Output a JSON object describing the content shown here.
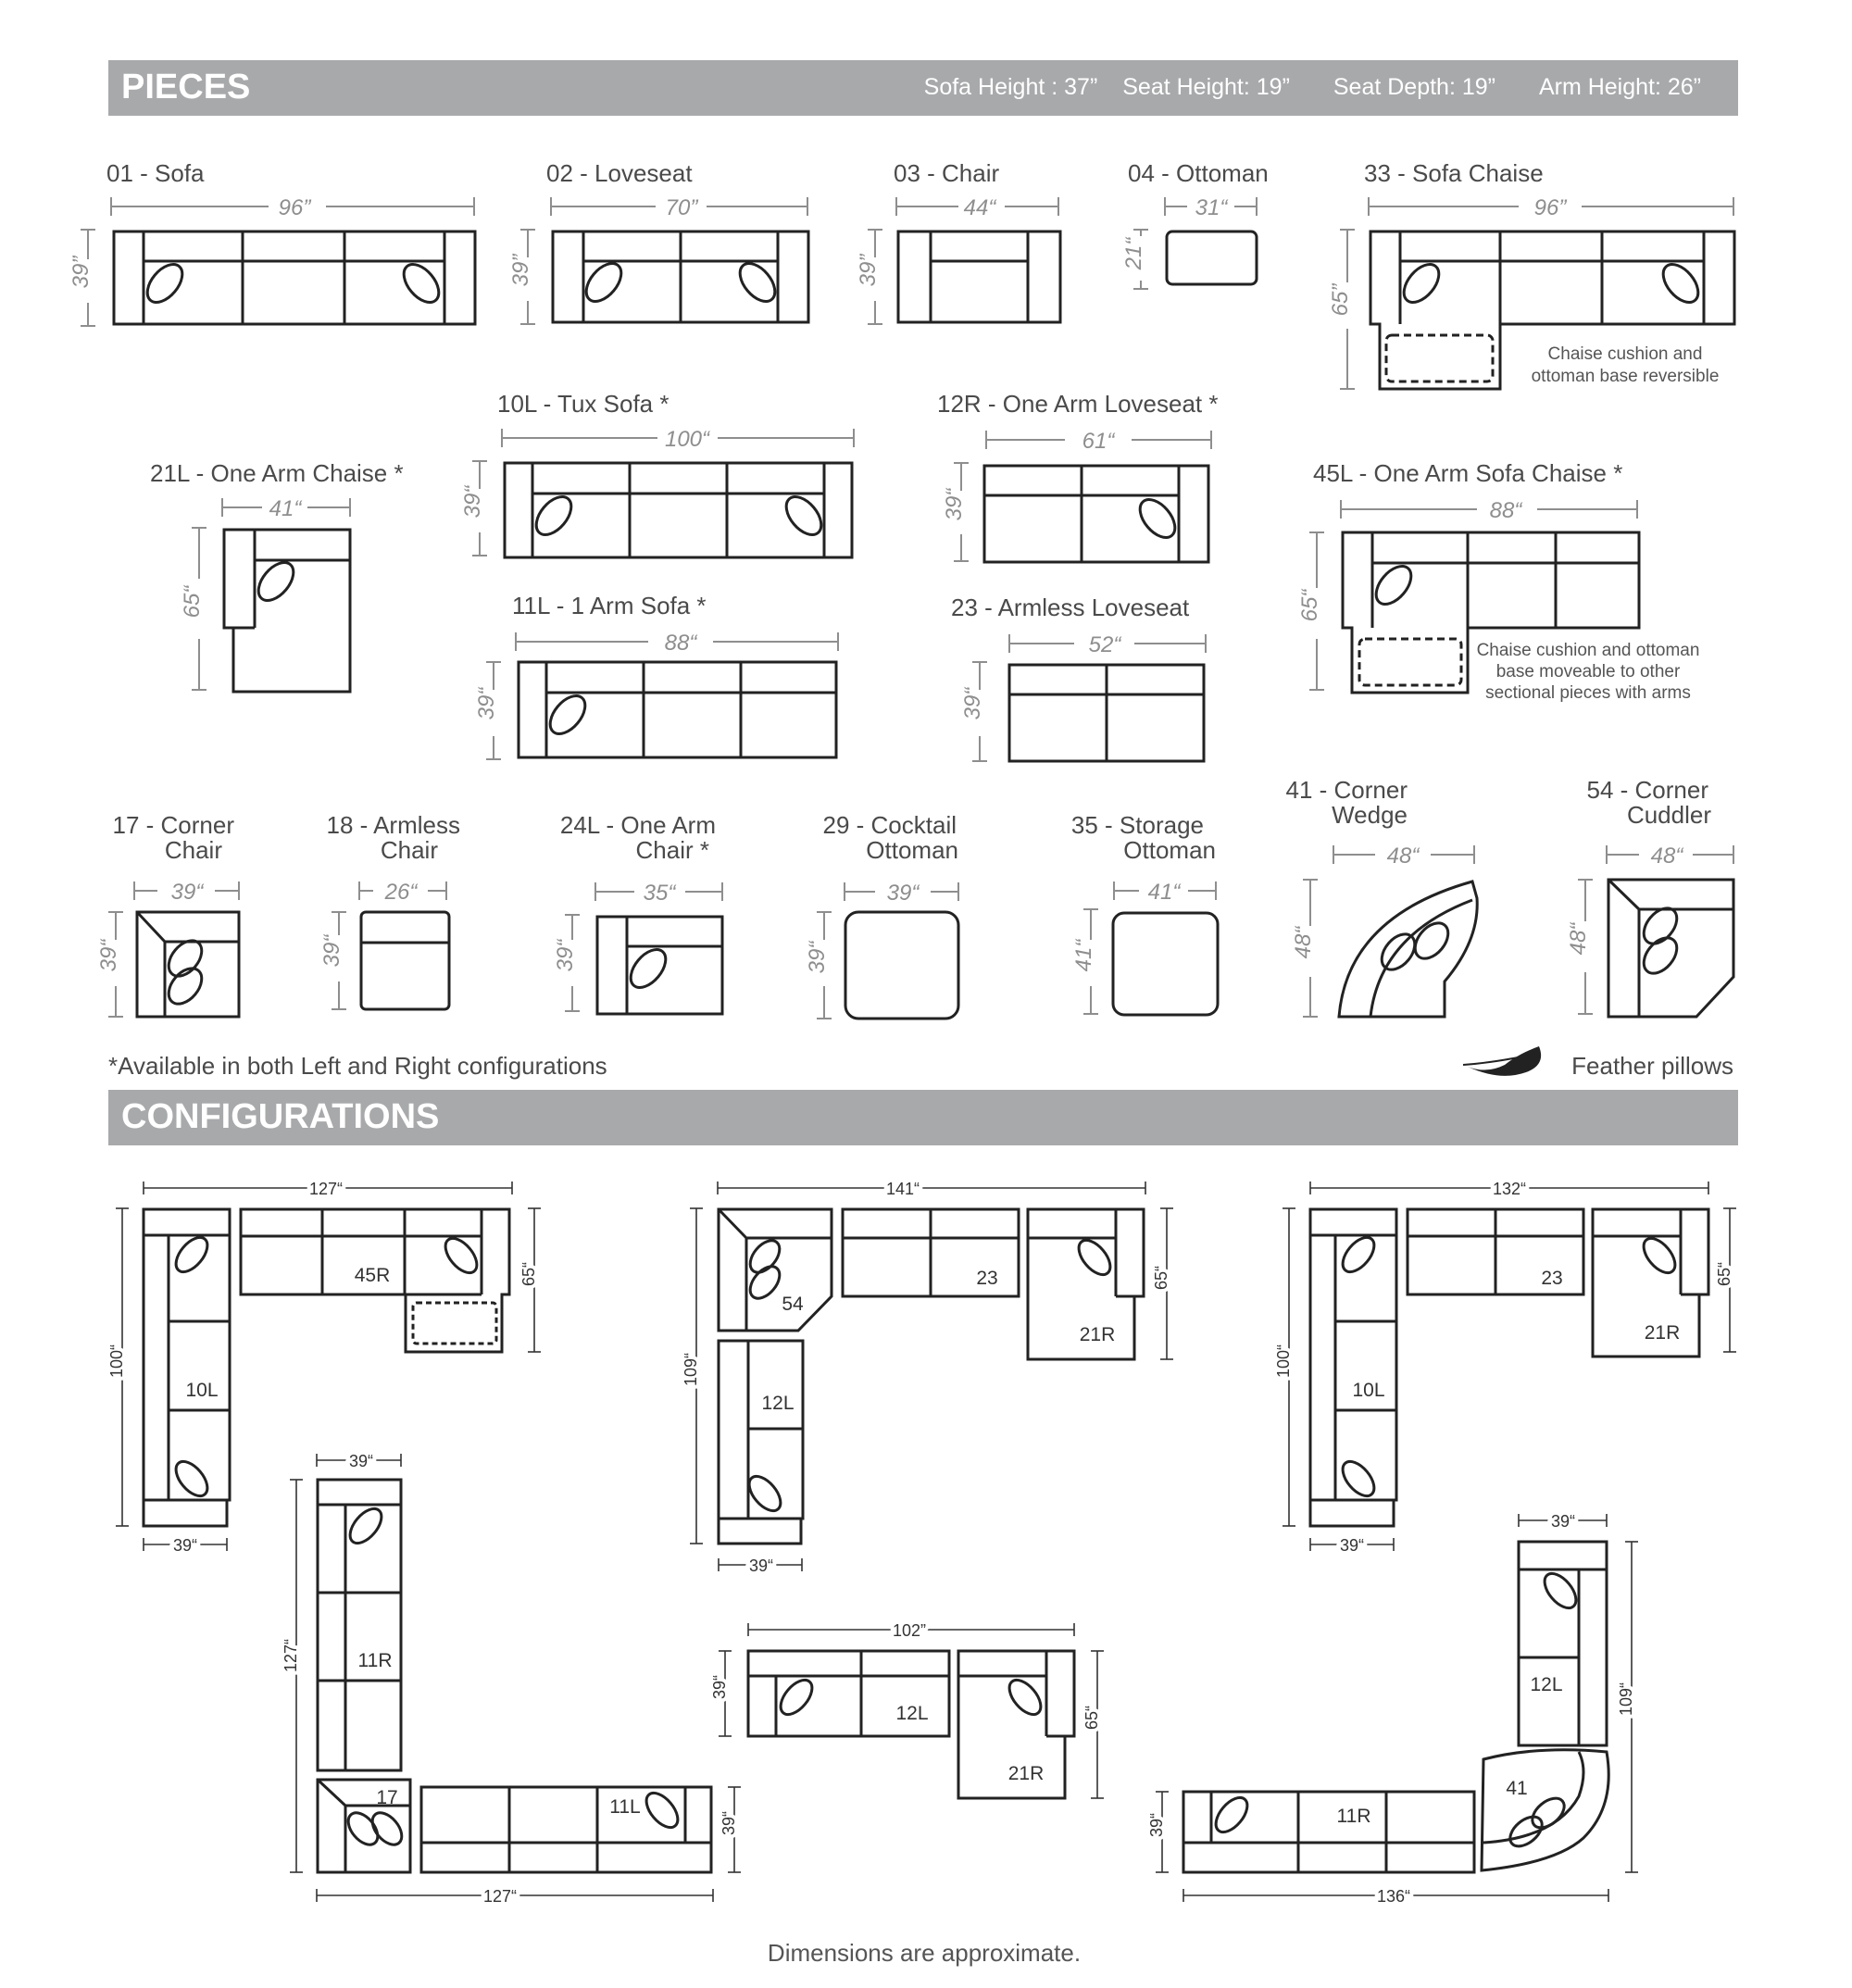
{
  "pieces_banner": {
    "title": "PIECES",
    "specs": [
      "Sofa Height : 37”",
      "Seat Height: 19”",
      "Seat Depth: 19”",
      "Arm Height: 26”"
    ]
  },
  "configurations_banner": {
    "title": "CONFIGURATIONS"
  },
  "pieces": [
    {
      "label": "01 - Sofa",
      "width": "96”",
      "height": "39”"
    },
    {
      "label": "02 - Loveseat",
      "width": "70”",
      "height": "39”"
    },
    {
      "label": "03 - Chair",
      "width": "44“",
      "height": "39”"
    },
    {
      "label": "04 - Ottoman",
      "width": "31“",
      "height": "21“"
    },
    {
      "label": "33 - Sofa Chaise",
      "width": "96”",
      "height": "65”",
      "note": [
        "Chaise cushion and",
        "ottoman base reversible"
      ]
    },
    {
      "label": "10L - Tux Sofa *",
      "width": "100“",
      "height": "39“"
    },
    {
      "label": "12R - One Arm Loveseat *",
      "width": "61“",
      "height": "39“"
    },
    {
      "label": "21L - One Arm Chaise *",
      "width": "41“",
      "height": "65“"
    },
    {
      "label": "45L - One Arm Sofa Chaise *",
      "width": "88“",
      "height": "65“",
      "note": [
        "Chaise cushion and ottoman",
        "base moveable to other",
        "sectional pieces with arms"
      ]
    },
    {
      "label": "11L - 1 Arm Sofa *",
      "width": "88“",
      "height": "39“"
    },
    {
      "label": "23 - Armless Loveseat",
      "width": "52“",
      "height": "39“"
    },
    {
      "label": [
        "17 - Corner",
        "Chair"
      ],
      "width": "39“",
      "height": "39“"
    },
    {
      "label": [
        "18 - Armless",
        "Chair"
      ],
      "width": "26“",
      "height": "39“"
    },
    {
      "label": [
        "24L - One Arm",
        "Chair *"
      ],
      "width": "35“",
      "height": "39“"
    },
    {
      "label": [
        "29 - Cocktail",
        "Ottoman"
      ],
      "width": "39“",
      "height": "39“"
    },
    {
      "label": [
        "35 - Storage",
        "Ottoman"
      ],
      "width": "41“",
      "height": "41“"
    },
    {
      "label": [
        "41 - Corner",
        "Wedge"
      ],
      "width": "48“",
      "height": "48“"
    },
    {
      "label": [
        "54 - Corner",
        "Cuddler"
      ],
      "width": "48“",
      "height": "48“"
    }
  ],
  "availability_note": "*Available in both Left and Right configurations",
  "legend": {
    "icon": "feather-icon",
    "label": "Feather pillows"
  },
  "configurations": [
    {
      "dims": [
        "127“",
        "65“",
        "100“",
        "39“"
      ],
      "pieces": [
        "45R",
        "10L"
      ]
    },
    {
      "dims": [
        "141“",
        "65“",
        "109“",
        "39“"
      ],
      "pieces": [
        "54",
        "23",
        "21R",
        "12L"
      ]
    },
    {
      "dims": [
        "132“",
        "65“",
        "100“",
        "39“"
      ],
      "pieces": [
        "23",
        "21R",
        "10L"
      ]
    },
    {
      "dims": [
        "39“",
        "127“",
        "39“",
        "127“"
      ],
      "pieces": [
        "11R",
        "17",
        "11L"
      ]
    },
    {
      "dims": [
        "102”",
        "39“",
        "65“"
      ],
      "pieces": [
        "12L",
        "21R"
      ]
    },
    {
      "dims": [
        "39“",
        "109“",
        "39“",
        "136“"
      ],
      "pieces": [
        "12L",
        "41",
        "11R"
      ]
    }
  ],
  "footer": "Dimensions are approximate."
}
